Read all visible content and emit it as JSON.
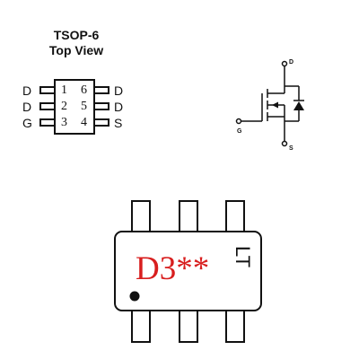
{
  "package": {
    "name": "TSOP-6",
    "view": "Top View"
  },
  "pinout": {
    "left_pins": [
      {
        "number": "1",
        "label": "D"
      },
      {
        "number": "2",
        "label": "D"
      },
      {
        "number": "3",
        "label": "G"
      }
    ],
    "right_pins": [
      {
        "number": "6",
        "label": "D"
      },
      {
        "number": "5",
        "label": "D"
      },
      {
        "number": "4",
        "label": "S"
      }
    ]
  },
  "schematic": {
    "drain_label": "D",
    "gate_label": "G",
    "source_label": "S"
  },
  "marking": {
    "code": "D3**",
    "vertical_code": "LT",
    "code_color": "#d81e1e"
  }
}
